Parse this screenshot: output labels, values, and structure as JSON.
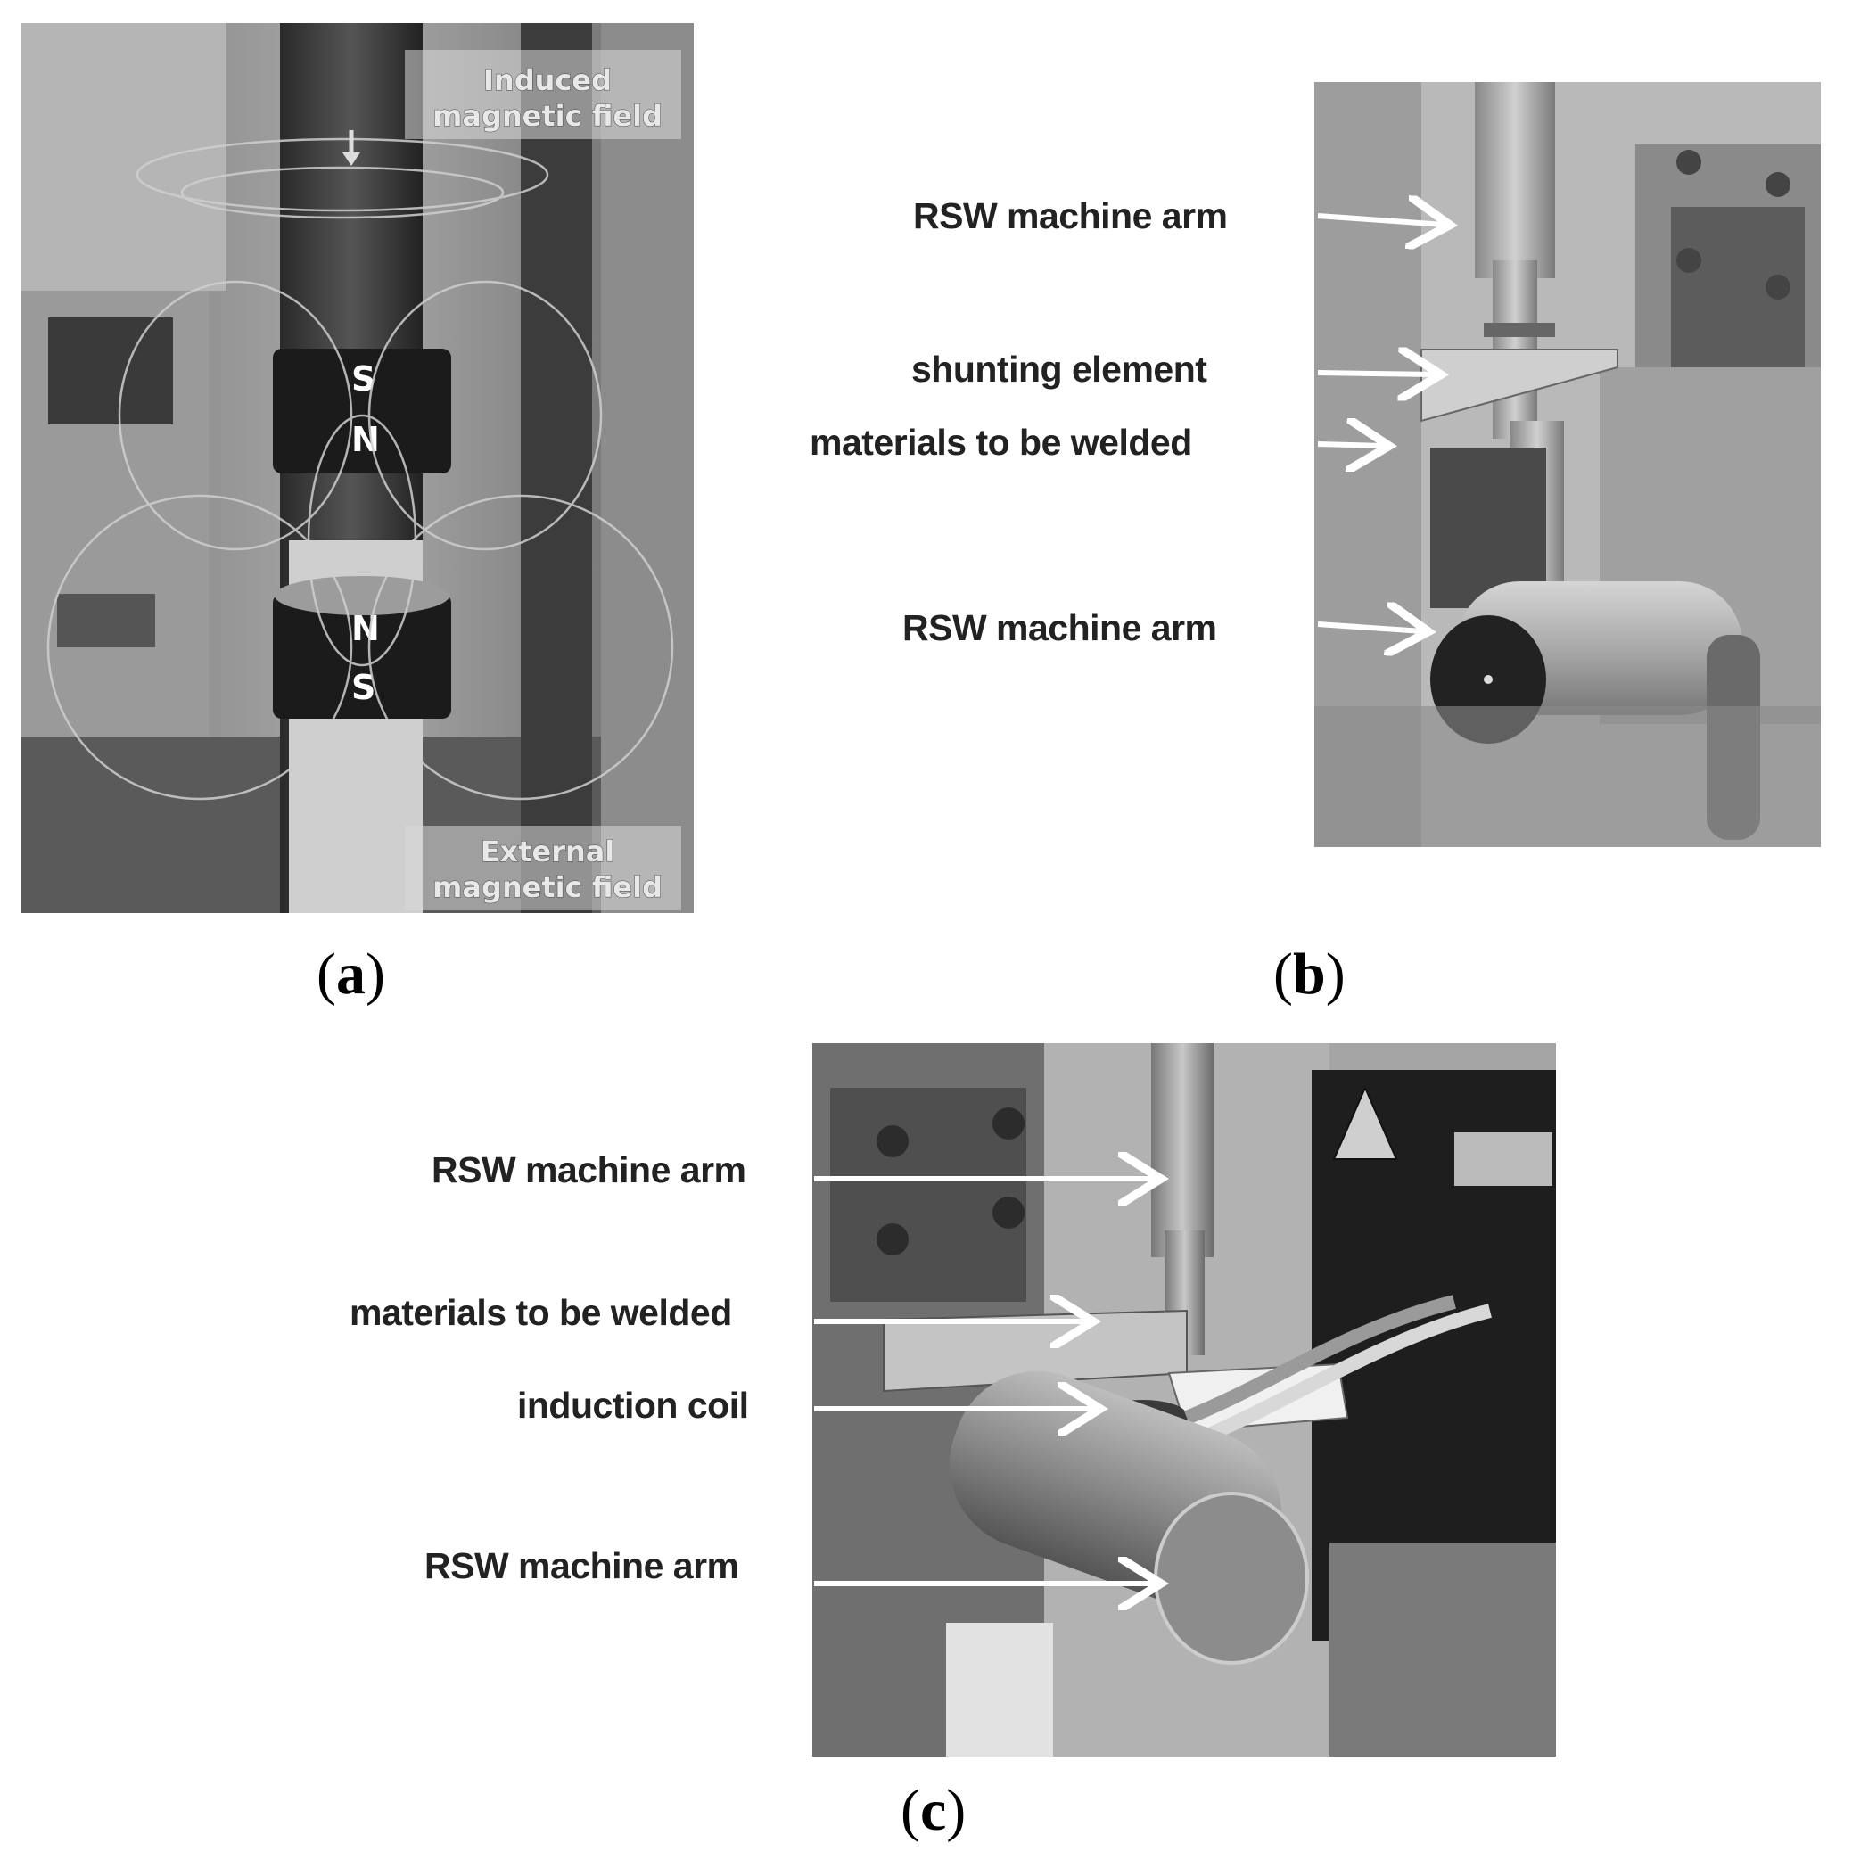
{
  "panel_a": {
    "caption_letter": "a",
    "induced_field_line1": "Induced",
    "induced_field_line2": "magnetic field",
    "external_field_line1": "External",
    "external_field_line2": "magnetic field",
    "upper_magnet_top_pole": "S",
    "upper_magnet_bottom_pole": "N",
    "lower_magnet_top_pole": "N",
    "lower_magnet_bottom_pole": "S"
  },
  "panel_b": {
    "caption_letter": "b",
    "labels": [
      "RSW machine arm",
      "shunting element",
      "materials to be welded",
      "RSW machine arm"
    ]
  },
  "panel_c": {
    "caption_letter": "c",
    "labels": [
      "RSW machine arm",
      "materials to be welded",
      "induction coil",
      "RSW machine arm"
    ]
  }
}
